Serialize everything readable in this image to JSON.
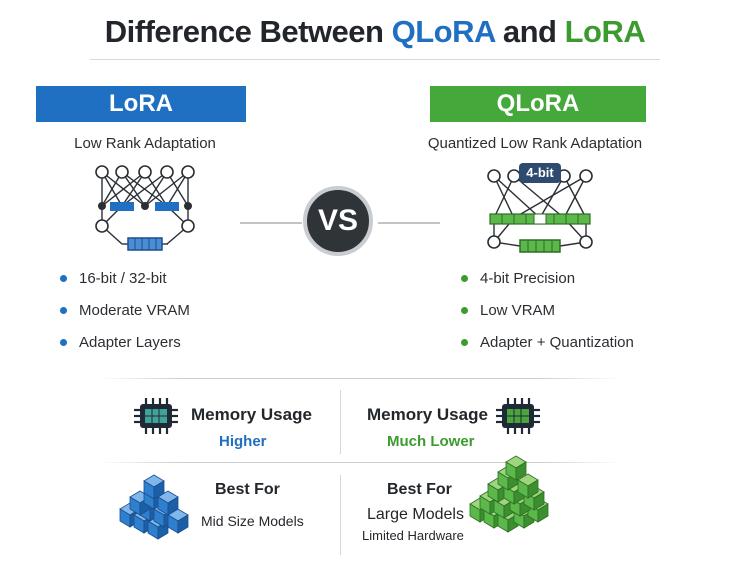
{
  "header": {
    "title_prefix": "Difference Between",
    "title_qlora": "QLoRA",
    "title_and": "and",
    "title_lora": "LoRA"
  },
  "left": {
    "banner": "LoRA",
    "subtitle": "Low Rank Adaptation",
    "features": [
      "16-bit / 32-bit",
      "Moderate VRAM",
      "Adapter Layers"
    ],
    "memory_label": "Memory Usage",
    "memory_value": "Higher",
    "best_for_label": "Best For",
    "best_for_value": "Mid Size Models"
  },
  "right": {
    "banner": "QLoRA",
    "subtitle": "Quantized Low Rank Adaptation",
    "bit_badge": "4-bit",
    "features": [
      "4-bit Precision",
      "Low VRAM",
      "Adapter + Quantization"
    ],
    "memory_label": "Memory Usage",
    "memory_value": "Much Lower",
    "best_for_label": "Best For",
    "best_for_value": "Large Models",
    "best_for_note": "Limited Hardware"
  },
  "vs_label": "VS",
  "colors": {
    "lora_blue": "#1f6fc2",
    "qlora_green": "#3c9b2f",
    "text": "#22262b"
  },
  "icons": {
    "network": "neural-network-icon",
    "chip": "memory-chip-icon",
    "blocks": "cube-stack-icon"
  }
}
